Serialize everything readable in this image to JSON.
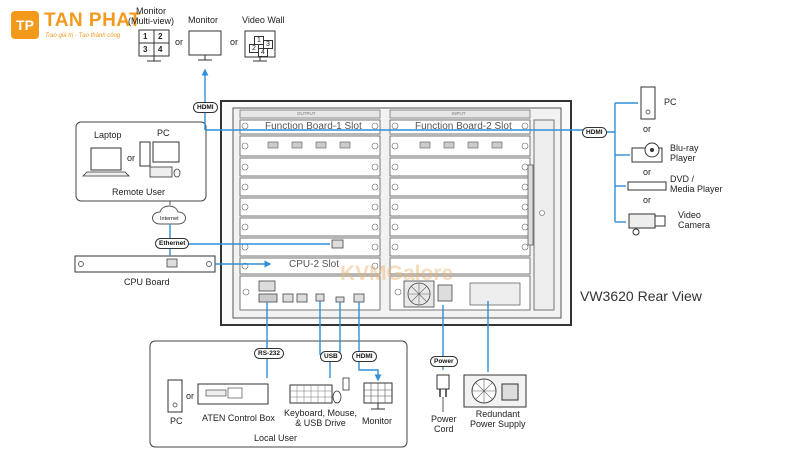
{
  "brand": {
    "name": "TAN PHAT",
    "tagline": "Trao giá trị - Tạo thành công",
    "accent": "#f39a1d"
  },
  "top_displays": {
    "monitor_multiview": "Monitor\n(Multi-view)",
    "monitor": "Monitor",
    "video_wall": "Video Wall",
    "or_1": "or",
    "or_2": "or",
    "grid_cells": [
      "1",
      "2",
      "3",
      "4"
    ],
    "wall_cells": [
      "1",
      "3",
      "2",
      "4"
    ]
  },
  "chassis": {
    "model_label": "VW3620 Rear View",
    "slot_1": "Function Board-1 Slot",
    "slot_2": "Function Board-2 Slot",
    "cpu2_slot": "CPU-2 Slot",
    "watermark": "KVMGalore",
    "top_strip_1": "OUTPUT",
    "top_strip_2": "INPUT"
  },
  "remote_user": {
    "laptop": "Laptop",
    "pc": "PC",
    "or": "or",
    "caption": "Remote User",
    "internet": "Internet"
  },
  "cpu_board": {
    "caption": "CPU Board"
  },
  "sources": {
    "pc": "PC",
    "or_1": "or",
    "bluray": "Blu-ray\nPlayer",
    "or_2": "or",
    "dvd": "DVD /\nMedia Player",
    "or_3": "or",
    "camera": "Video\nCamera"
  },
  "local_user": {
    "caption": "Local User",
    "pc": "PC",
    "or": "or",
    "control_box": "ATEN Control Box",
    "peripherals": "Keyboard, Mouse,\n& USB Drive",
    "monitor": "Monitor"
  },
  "power": {
    "cord": "Power\nCord",
    "redundant": "Redundant\nPower Supply"
  },
  "tags": {
    "hdmi_top": "HDMI",
    "hdmi_right": "HDMI",
    "ethernet": "Ethernet",
    "rs232": "RS-232",
    "usb": "USB",
    "hdmi_bottom": "HDMI",
    "power": "Power"
  },
  "colors": {
    "wire": "#2f8fd8",
    "line": "#444444",
    "chassis": "#f4f4f4"
  }
}
